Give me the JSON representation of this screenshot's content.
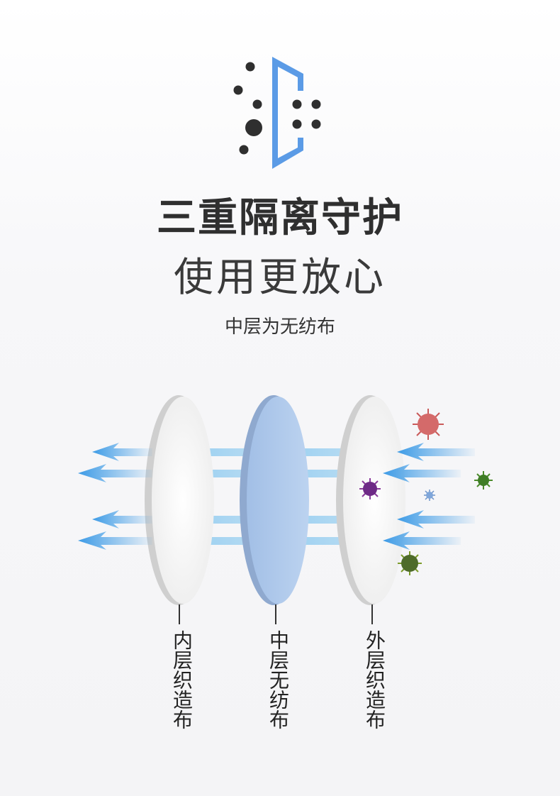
{
  "header": {
    "title": "三重隔离守护",
    "subtitle": "使用更放心",
    "caption": "中层为无纺布"
  },
  "layers": [
    {
      "label": "内层织造布"
    },
    {
      "label": "中层无纺布"
    },
    {
      "label": "外层织造布"
    }
  ],
  "colors": {
    "accent": "#5b9be6",
    "arrow": "#4aa3e8",
    "middle_layer": "#a9c6ea",
    "text": "#2f2f2f"
  },
  "icons": [
    "particle-filter-icon",
    "virus-icon",
    "arrow-left-icon"
  ]
}
